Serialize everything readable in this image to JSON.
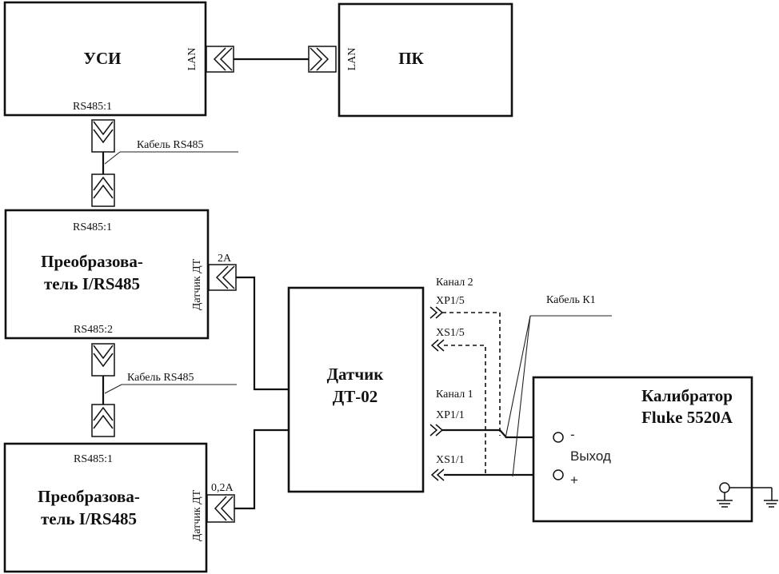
{
  "blocks": {
    "usi": {
      "title": "УСИ",
      "port_lan": "LAN",
      "port_rs485": "RS485:1"
    },
    "pc": {
      "title": "ПК",
      "port_lan": "LAN"
    },
    "converter1": {
      "title_line1": "Преобразова-",
      "title_line2": "тель I/RS485",
      "port_rs485_top": "RS485:1",
      "port_rs485_bottom": "RS485:2",
      "port_sensor": "Датчик ДТ",
      "range": "2А"
    },
    "converter2": {
      "title_line1": "Преобразова-",
      "title_line2": "тель I/RS485",
      "port_rs485_top": "RS485:1",
      "port_sensor": "Датчик ДТ",
      "range": "0,2А"
    },
    "sensor": {
      "title_line1": "Датчик",
      "title_line2": "ДТ-02",
      "channel2": "Канал 2",
      "xp_ch2": "XP1/5",
      "xs_ch2": "XS1/5",
      "channel1": "Канал 1",
      "xp_ch1": "XP1/1",
      "xs_ch1": "XS1/1"
    },
    "calibrator": {
      "title_line1": "Калибратор",
      "title_line2": "Fluke 5520A",
      "output": "Выход",
      "minus": "-",
      "plus": "+"
    }
  },
  "cables": {
    "rs485_1": "Кабель RS485",
    "rs485_2": "Кабель RS485",
    "k1": "Кабель К1"
  }
}
